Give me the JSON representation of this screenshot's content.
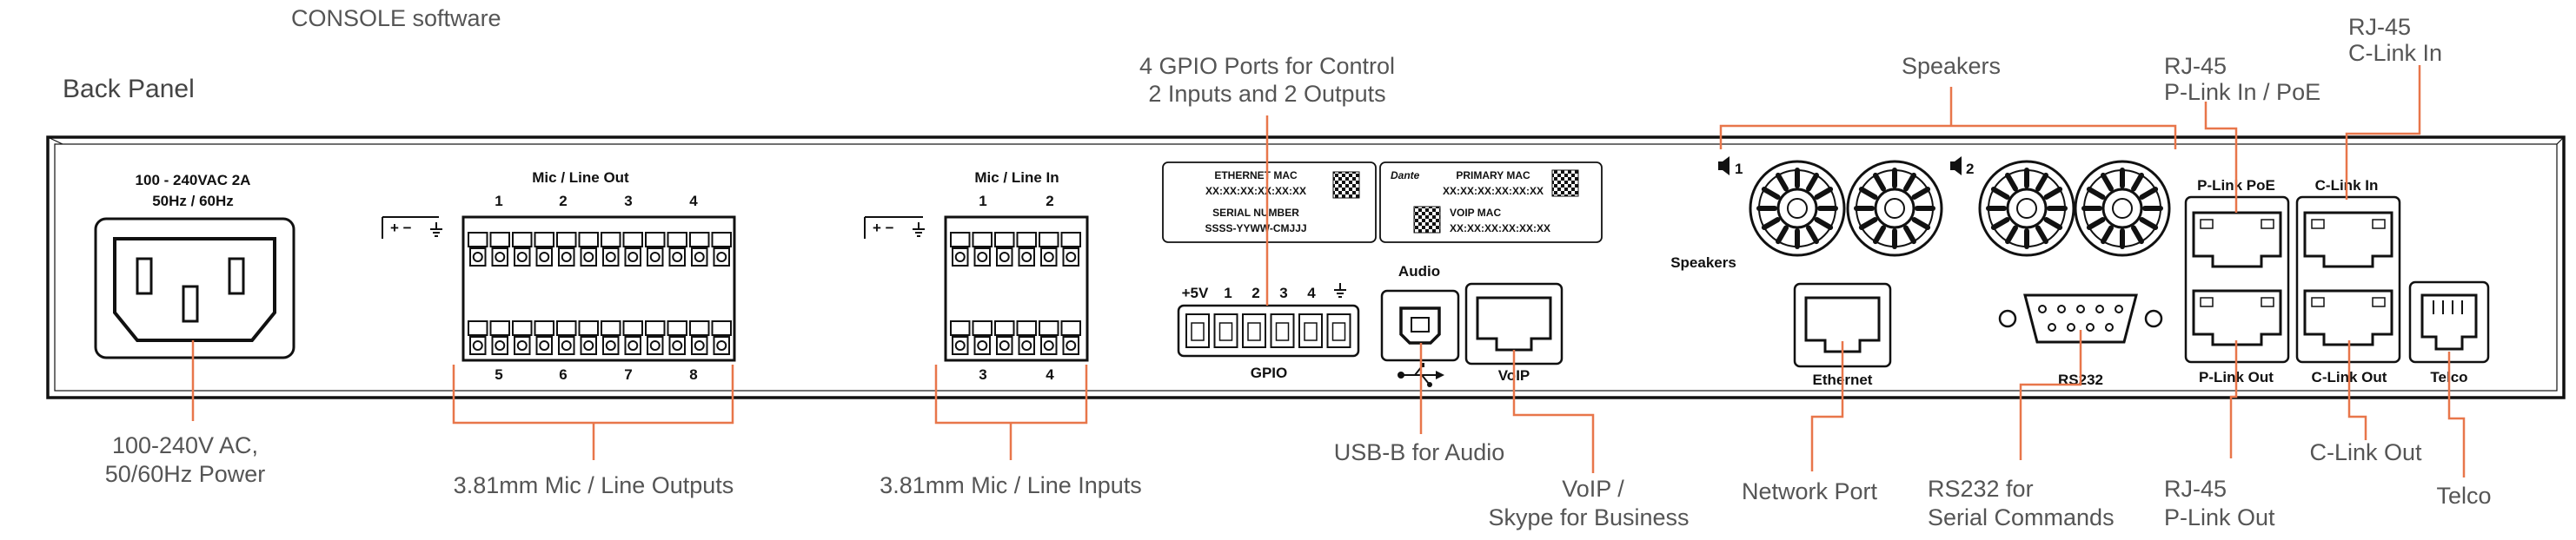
{
  "header": {
    "cropped_top": "CONSOLE software",
    "title": "Back Panel"
  },
  "panel": {
    "power_rating_1": "100 - 240VAC  2A",
    "power_rating_2": "50Hz / 60Hz",
    "mic_line_out_title": "Mic / Line Out",
    "mic_line_out_top_nums": [
      "1",
      "2",
      "3",
      "4"
    ],
    "mic_line_out_bottom_nums": [
      "5",
      "6",
      "7",
      "8"
    ],
    "mic_line_in_title": "Mic / Line In",
    "mic_line_in_top_nums": [
      "1",
      "2"
    ],
    "mic_line_in_bottom_nums": [
      "3",
      "4"
    ],
    "polarity": "+ −",
    "ethernet_mac_label": "ETHERNET MAC",
    "ethernet_mac_value": "XX:XX:XX:XX:XX:XX",
    "serial_label": "SERIAL NUMBER",
    "serial_value": "SSSS-YYWW-CMJJJ",
    "dante_brand": "Dante",
    "dante_mac_label": "PRIMARY MAC",
    "dante_mac_value": "XX:XX:XX:XX:XX:XX",
    "voip_mac_label": "VOIP MAC",
    "voip_mac_value": "XX:XX:XX:XX:XX:XX",
    "gpio_pins": [
      "+5V",
      "1",
      "2",
      "3",
      "4"
    ],
    "gpio_label": "GPIO",
    "audio_label": "Audio",
    "voip_label": "VoIP",
    "speaker_1": "1",
    "speaker_2": "2",
    "speakers_label": "Speakers",
    "ethernet_label": "Ethernet",
    "rs232_label": "RS232",
    "plink_poe_label": "P-Link PoE",
    "clink_in_label": "C-Link In",
    "plink_out_label": "P-Link Out",
    "clink_out_label": "C-Link Out",
    "telco_label": "Telco"
  },
  "callouts": {
    "power": [
      "100-240V AC,",
      "50/60Hz Power"
    ],
    "mic_out": [
      "3.81mm Mic / Line Outputs"
    ],
    "mic_in": [
      "3.81mm Mic / Line Inputs"
    ],
    "gpio": [
      "4 GPIO Ports for Control",
      "2 Inputs and 2 Outputs"
    ],
    "usb": [
      "USB-B for Audio"
    ],
    "voip": [
      "VoIP /",
      "Skype for Business"
    ],
    "speakers": [
      "Speakers"
    ],
    "network": [
      "Network Port"
    ],
    "rs232": [
      "RS232 for",
      "Serial Commands"
    ],
    "plink_in": [
      "RJ-45",
      "P-Link In / PoE"
    ],
    "clink_in": [
      "RJ-45",
      "C-Link In"
    ],
    "plink_out": [
      "RJ-45",
      "P-Link Out"
    ],
    "clink_out": [
      "C-Link Out"
    ],
    "telco": [
      "Telco"
    ]
  },
  "colors": {
    "leader": "#e8764a",
    "panel": "#111111",
    "callout_text": "#555555"
  }
}
